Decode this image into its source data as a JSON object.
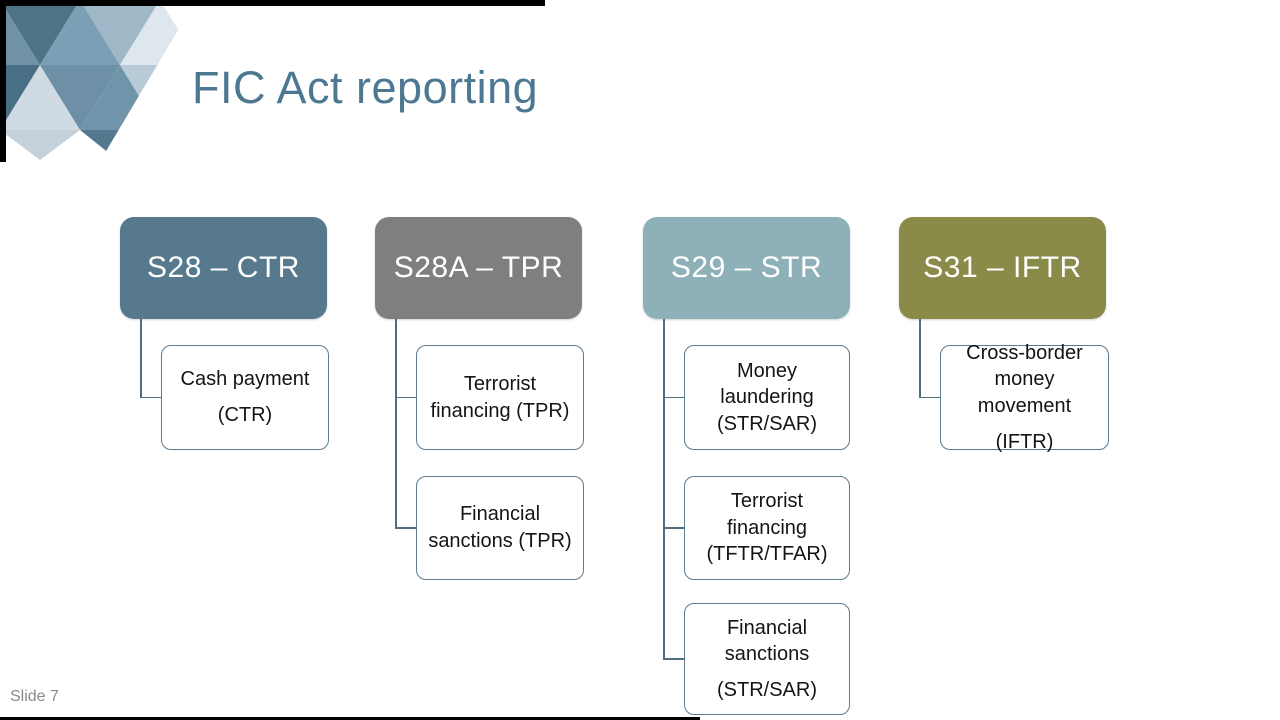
{
  "title": "FIC Act reporting",
  "slide_number_label": "Slide 7",
  "theme": {
    "title_color": "#4d7892",
    "connector_color": "#4f6f80",
    "child_border_color": "#5d7b8c",
    "child_text_color": "#141414",
    "header_text_color": "#ffffff",
    "mosaic_palette": [
      "#6f92a7",
      "#4e7286",
      "#7ba0b5",
      "#9fb8c8",
      "#dde7ed",
      "#4a6e84",
      "#cfdae2",
      "#6d90a6",
      "#7094aa",
      "#b9cbd6",
      "#c5d1da",
      "#54788e"
    ]
  },
  "diagram": {
    "columns": [
      {
        "header": {
          "label": "S28 – CTR",
          "color": "#56798d"
        },
        "children": [
          {
            "lines": [
              "Cash payment"
            ],
            "tag": "(CTR)"
          }
        ]
      },
      {
        "header": {
          "label": "S28A – TPR",
          "color": "#7f7f7f"
        },
        "children": [
          {
            "lines": [
              "Terrorist",
              "financing (TPR)"
            ],
            "tag": ""
          },
          {
            "lines": [
              "Financial",
              "sanctions (TPR)"
            ],
            "tag": ""
          }
        ]
      },
      {
        "header": {
          "label": "S29 – STR",
          "color": "#8eb1b9"
        },
        "children": [
          {
            "lines": [
              "Money",
              "laundering",
              "(STR/SAR)"
            ],
            "tag": ""
          },
          {
            "lines": [
              "Terrorist",
              "financing",
              "(TFTR/TFAR)"
            ],
            "tag": ""
          },
          {
            "lines": [
              "Financial",
              "sanctions"
            ],
            "tag": "(STR/SAR)"
          }
        ]
      },
      {
        "header": {
          "label": "S31 – IFTR",
          "color": "#8a8b49"
        },
        "children": [
          {
            "lines": [
              "Cross-border",
              "money",
              "movement"
            ],
            "tag": "(IFTR)"
          }
        ]
      }
    ]
  }
}
